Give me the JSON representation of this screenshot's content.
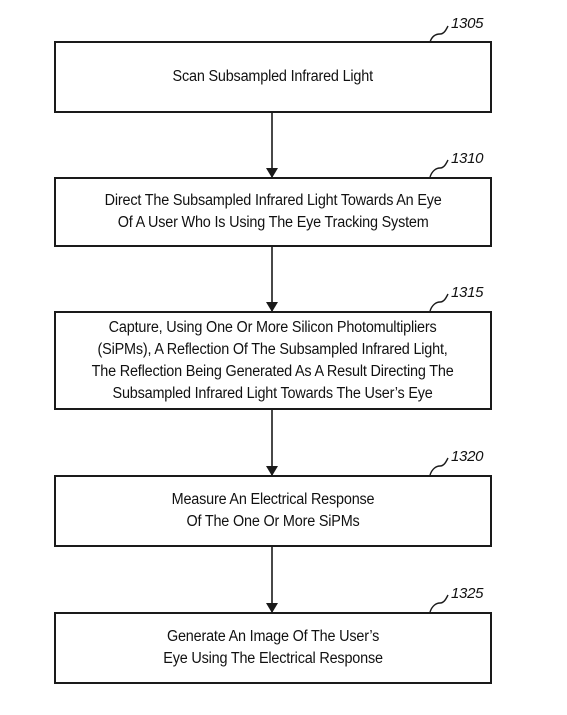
{
  "flowchart": {
    "steps": [
      {
        "ref": "1305",
        "text": "Scan Subsampled Infrared Light"
      },
      {
        "ref": "1310",
        "text": "Direct The Subsampled Infrared Light Towards An Eye\nOf A User Who Is Using The Eye Tracking System"
      },
      {
        "ref": "1315",
        "text": "Capture, Using One Or More Silicon Photomultipliers\n(SiPMs), A Reflection Of The Subsampled Infrared Light,\nThe Reflection Being Generated As A Result Directing The\nSubsampled Infrared Light Towards The User’s Eye"
      },
      {
        "ref": "1320",
        "text": "Measure An Electrical Response\nOf The One Or More SiPMs"
      },
      {
        "ref": "1325",
        "text": "Generate An Image Of The User’s\nEye Using The Electrical Response"
      }
    ]
  }
}
